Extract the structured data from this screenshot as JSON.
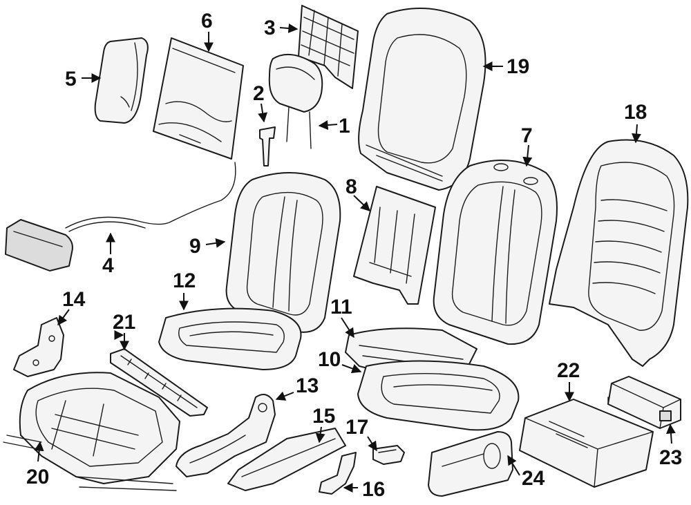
{
  "callouts": [
    {
      "id": "1",
      "label": "1"
    },
    {
      "id": "2",
      "label": "2"
    },
    {
      "id": "3",
      "label": "3"
    },
    {
      "id": "4",
      "label": "4"
    },
    {
      "id": "5",
      "label": "5"
    },
    {
      "id": "6",
      "label": "6"
    },
    {
      "id": "7",
      "label": "7"
    },
    {
      "id": "8",
      "label": "8"
    },
    {
      "id": "9",
      "label": "9"
    },
    {
      "id": "10",
      "label": "10"
    },
    {
      "id": "11",
      "label": "11"
    },
    {
      "id": "12",
      "label": "12"
    },
    {
      "id": "13",
      "label": "13"
    },
    {
      "id": "14",
      "label": "14"
    },
    {
      "id": "15",
      "label": "15"
    },
    {
      "id": "16",
      "label": "16"
    },
    {
      "id": "17",
      "label": "17"
    },
    {
      "id": "18",
      "label": "18"
    },
    {
      "id": "19",
      "label": "19"
    },
    {
      "id": "20",
      "label": "20"
    },
    {
      "id": "21",
      "label": "21"
    },
    {
      "id": "22",
      "label": "22"
    },
    {
      "id": "23",
      "label": "23"
    },
    {
      "id": "24",
      "label": "24"
    }
  ],
  "colors": {
    "line": "#1a1a1a",
    "fill": "#f4f4f4",
    "background": "#ffffff"
  }
}
